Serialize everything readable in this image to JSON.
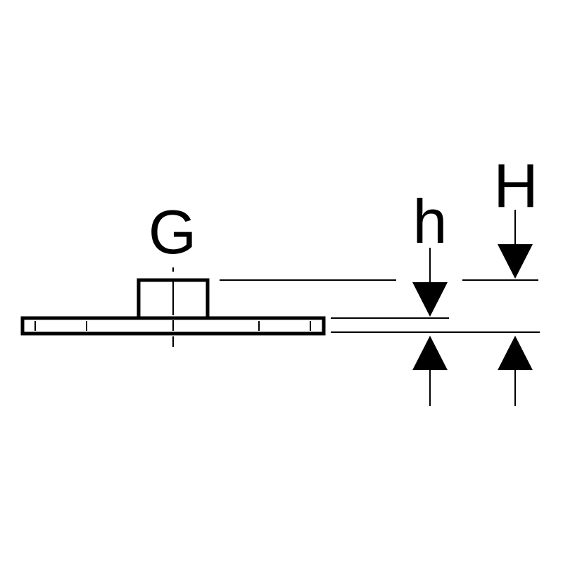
{
  "diagram": {
    "labels": {
      "thread": "G",
      "flange_thickness": "h",
      "total_height": "H"
    },
    "colors": {
      "line": "#000000",
      "background": "#ffffff"
    }
  }
}
